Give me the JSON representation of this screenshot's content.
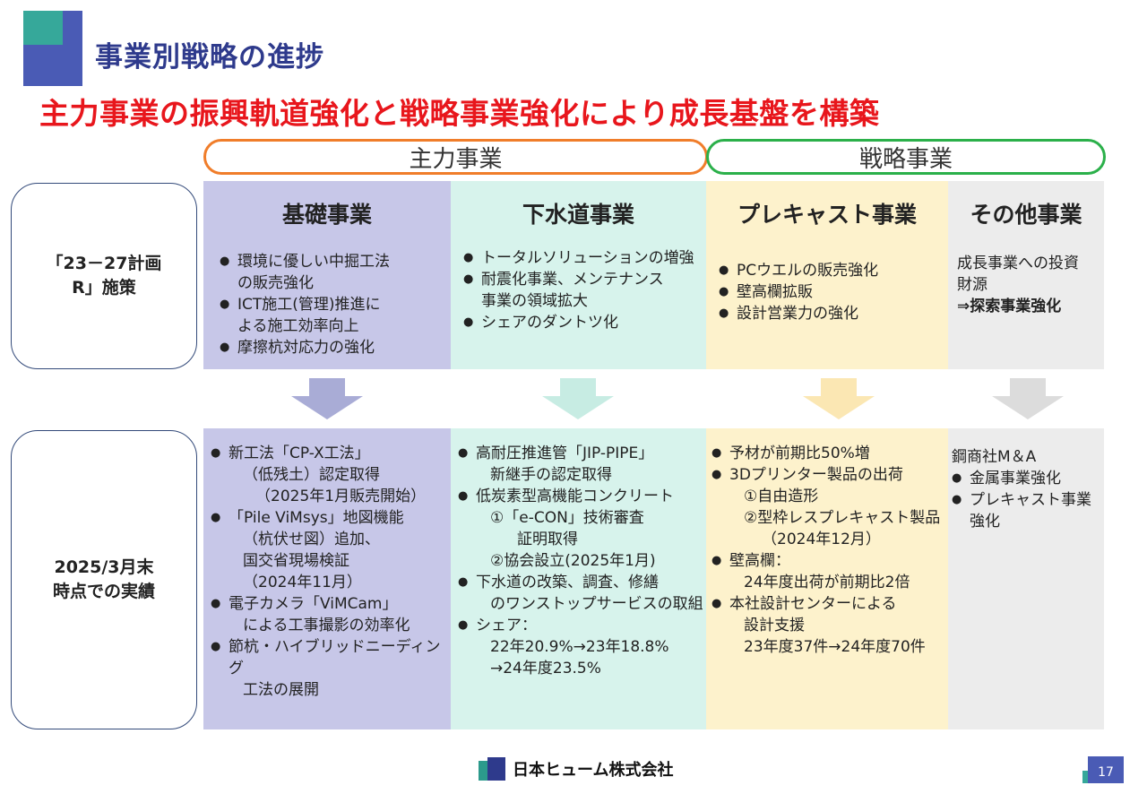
{
  "title": "事業別戦略の進捗",
  "subtitle": "主力事業の振興軌道強化と戦略事業強化により成長基盤を構築",
  "groups": {
    "main": "主力事業",
    "strategic": "戦略事業"
  },
  "rows": {
    "plan_l1": "「23－27計画",
    "plan_l2": "R」施策",
    "result_l1": "2025/3月末",
    "result_l2": "時点での実績"
  },
  "columns": {
    "foundation": {
      "name": "基礎事業",
      "plan": [
        "環境に優しい中掘工法",
        "の販売強化",
        "ICT施工(管理)推進に",
        "よる施工効率向上",
        "摩擦杭対応力の強化"
      ],
      "result": [
        "新工法「CP-X工法」",
        "（低残土）認定取得",
        "（2025年1月販売開始）",
        "「Pile ViMsys」地図機能",
        "（杭伏せ図）追加、",
        "国交省現場検証",
        "（2024年11月）",
        "電子カメラ「ViMCam」",
        "による工事撮影の効率化",
        "節杭・ハイブリッドニーディング",
        "工法の展開"
      ]
    },
    "sewer": {
      "name": "下水道事業",
      "plan": [
        "トータルソリューションの増強",
        "耐震化事業、メンテナンス",
        "事業の領域拡大",
        "シェアのダントツ化"
      ],
      "result": [
        "高耐圧推進管「JIP-PIPE」",
        "新継手の認定取得",
        "低炭素型高機能コンクリート",
        "①「e-CON」技術審査",
        "証明取得",
        "②協会設立(2025年1月)",
        "下水道の改築、調査、修繕",
        "のワンストップサービスの取組",
        "シェア：",
        "22年20.9%→23年18.8%",
        "→24年度23.5%"
      ]
    },
    "precast": {
      "name": "プレキャスト事業",
      "plan": [
        "PCウエルの販売強化",
        "壁高欄拡販",
        "設計営業力の強化"
      ],
      "result": [
        "予材が前期比50%増",
        "3Dプリンター製品の出荷",
        "①自由造形",
        "②型枠レスプレキャスト製品",
        "（2024年12月）",
        "壁高欄：",
        "24年度出荷が前期比2倍",
        "本社設計センターによる",
        "設計支援",
        "23年度37件→24年度70件"
      ]
    },
    "other": {
      "name": "その他事業",
      "plan": [
        "成長事業への投資",
        "財源",
        "⇒探索事業強化"
      ],
      "result": [
        "鋼商社M＆A",
        "金属事業強化",
        "プレキャスト事業",
        "強化"
      ]
    }
  },
  "footer": {
    "company": "日本ヒューム株式会社",
    "page": "17"
  },
  "colors": {
    "title": "#2e3a8c",
    "subtitle": "#e8161c",
    "main_border": "#f07d2a",
    "strategic_border": "#2bb04a"
  }
}
